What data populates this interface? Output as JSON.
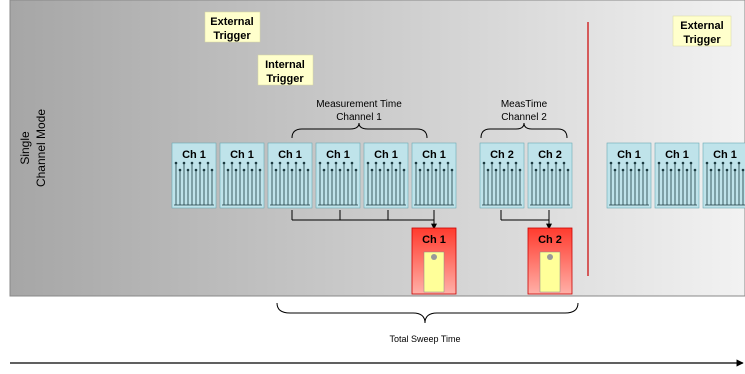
{
  "mode_label_line1": "Single",
  "mode_label_line2": "Channel Mode",
  "triggers": {
    "external_left_line1": "External",
    "external_left_line2": "Trigger",
    "internal_line1": "Internal",
    "internal_line2": "Trigger",
    "external_right_line1": "External",
    "external_right_line2": "Trigger"
  },
  "braces": {
    "measurement_time_line1": "Measurement Time",
    "measurement_time_line2": "Channel 1",
    "meastime_line1": "MeasTime",
    "meastime_line2": "Channel 2",
    "total_sweep_time": "Total Sweep Time"
  },
  "channel_blocks": [
    {
      "label": "Ch 1"
    },
    {
      "label": "Ch 1"
    },
    {
      "label": "Ch 1"
    },
    {
      "label": "Ch 1"
    },
    {
      "label": "Ch 1"
    },
    {
      "label": "Ch 1"
    },
    {
      "label": "Ch 2"
    },
    {
      "label": "Ch 2"
    },
    {
      "label": "Ch 1"
    },
    {
      "label": "Ch 1"
    },
    {
      "label": "Ch 1"
    }
  ],
  "result_blocks": [
    {
      "label": "Ch 1"
    },
    {
      "label": "Ch 2"
    }
  ],
  "colors": {
    "panel_dark": "#a6a6a6",
    "panel_light": "#f2f2f2",
    "trigger_box": "#ffffcc",
    "channel_block": "#bfe3ea",
    "result_block": "#ff3b2e",
    "result_inner": "#ffff99",
    "divider": "#cc0000"
  }
}
